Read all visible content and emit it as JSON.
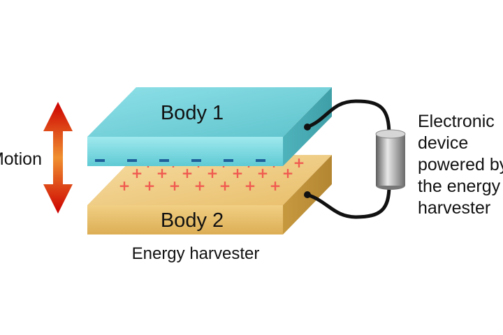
{
  "labels": {
    "body1": "Body 1",
    "body2": "Body 2",
    "motion": "Motion",
    "harvester": "Energy harvester",
    "device_lines": [
      "Electronic",
      "device",
      "powered by",
      "the energy",
      "harvester"
    ]
  },
  "charges": {
    "negative_symbol": "−",
    "positive_symbol": "+",
    "negative_count": 6,
    "positive_count": 21
  },
  "colors": {
    "body1": "#7ad7de",
    "body2": "#e9c374",
    "negative": "#1f5f9a",
    "positive": "#f05a50",
    "arrow": "#cc0000",
    "wire": "#111111"
  },
  "icons": [
    "double-arrow-icon",
    "cylinder-device-icon"
  ]
}
